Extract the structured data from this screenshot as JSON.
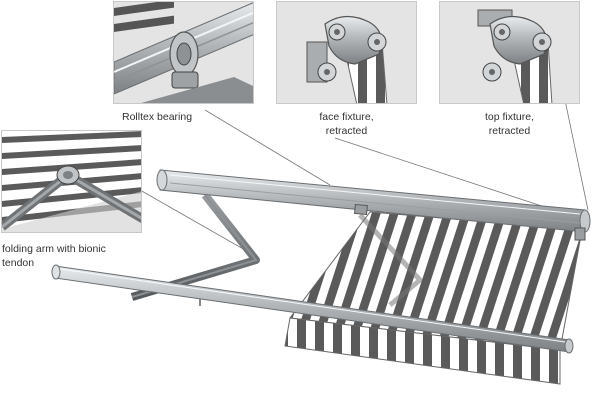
{
  "callouts": {
    "bearing": "Rolltex bearing",
    "face_fixture_line1": "face fixture,",
    "face_fixture_line2": "retracted",
    "top_fixture_line1": "top fixture,",
    "top_fixture_line2": "retracted",
    "arm_line1": "folding arm with bionic",
    "arm_line2": "tendon"
  },
  "colors": {
    "awning_stripe_dark": "#555555",
    "awning_stripe_light": "#ffffff",
    "metal": "#b8bcbf",
    "leader_line": "#666666",
    "inset_border": "#c8c8c8"
  }
}
